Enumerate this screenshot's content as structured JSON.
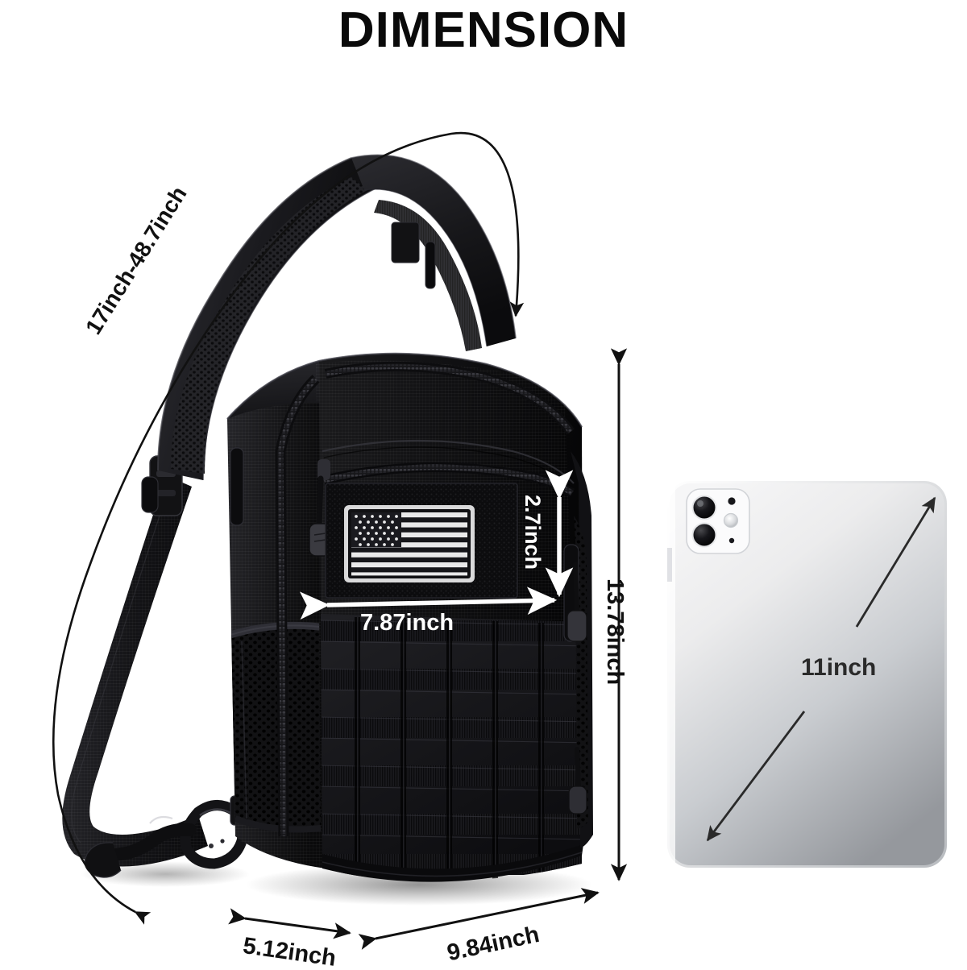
{
  "page": {
    "title": "DIMENSION",
    "background_color": "#ffffff",
    "title_color": "#0a0a0a"
  },
  "product": {
    "name": "tactical sling backpack",
    "color": "#000000",
    "parts": {
      "shoulder_strap": "padded mesh shoulder strap",
      "webbing_strap": "adjustable webbing strap",
      "buckle": "strap adjuster buckle",
      "carabiner": "carabiner clip",
      "main_zipper": "main compartment zipper",
      "front_zipper": "front pocket zipper",
      "velcro_panel": "hook and loop patch panel",
      "flag_patch": "US flag patch",
      "molle_webbing": "MOLLE webbing grid",
      "mesh_pocket": "side mesh pocket"
    }
  },
  "comparison_device": {
    "name": "tablet",
    "body_color_top": "#f2f2f3",
    "body_color_bottom": "#9a9da1",
    "camera_module": "rear camera module"
  },
  "measurements": [
    {
      "id": "strap-length",
      "label": "17inch-48.7inch",
      "target": "shoulder strap length",
      "color": "#111111",
      "rotation_deg": -58,
      "arrow_style": "curved-double"
    },
    {
      "id": "panel-width",
      "label": "7.87inch",
      "target": "velcro panel width",
      "color": "#ffffff",
      "rotation_deg": 0,
      "arrow_style": "straight-double"
    },
    {
      "id": "panel-height",
      "label": "2.7inch",
      "target": "velcro panel height",
      "color": "#ffffff",
      "rotation_deg": 90,
      "arrow_style": "straight-double"
    },
    {
      "id": "bag-height",
      "label": "13.78inch",
      "target": "bag height",
      "color": "#111111",
      "rotation_deg": 90,
      "arrow_style": "straight-double"
    },
    {
      "id": "bag-depth",
      "label": "5.12inch",
      "target": "bag depth",
      "color": "#111111",
      "rotation_deg": 8,
      "arrow_style": "straight-double"
    },
    {
      "id": "bag-width",
      "label": "9.84inch",
      "target": "bag width",
      "color": "#111111",
      "rotation_deg": -12,
      "arrow_style": "straight-double"
    },
    {
      "id": "tablet-diagonal",
      "label": "11inch",
      "target": "tablet screen diagonal",
      "color": "#2a2a2a",
      "rotation_deg": 0,
      "arrow_style": "straight-double-split"
    }
  ]
}
